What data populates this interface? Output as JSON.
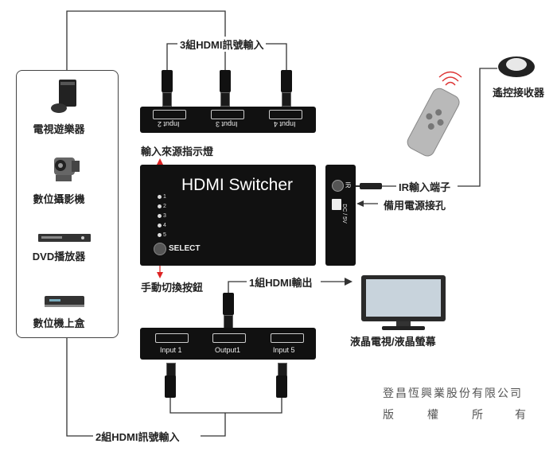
{
  "switcher": {
    "title": "HDMI Switcher",
    "select_label": "SELECT",
    "led_numbers": [
      "1",
      "2",
      "3",
      "4",
      "5"
    ],
    "top_ports": [
      "Input 2",
      "Input 3",
      "Input 4"
    ],
    "bottom_ports": [
      "Input 1",
      "Output1",
      "Input 5"
    ],
    "side_labels": {
      "ir": "IR",
      "dc": "DC / 5V"
    }
  },
  "labels": {
    "top_input": "3組HDMI訊號輸入",
    "bottom_input": "2組HDMI訊號輸入",
    "output": "1組HDMI輸出",
    "indicator": "輸入來源指示燈",
    "manual_switch": "手動切換按鈕",
    "ir_port": "IR輸入端子",
    "backup_power": "備用電源接孔",
    "receiver": "遙控接收器",
    "tv": "液晶電視/液晶螢幕"
  },
  "devices": [
    "電視遊樂器",
    "數位攝影機",
    "DVD播放器",
    "數位機上盒"
  ],
  "copyright": {
    "line1": "登昌恆興業股份有限公司",
    "line2": [
      "版",
      "權",
      "所",
      "有"
    ]
  }
}
